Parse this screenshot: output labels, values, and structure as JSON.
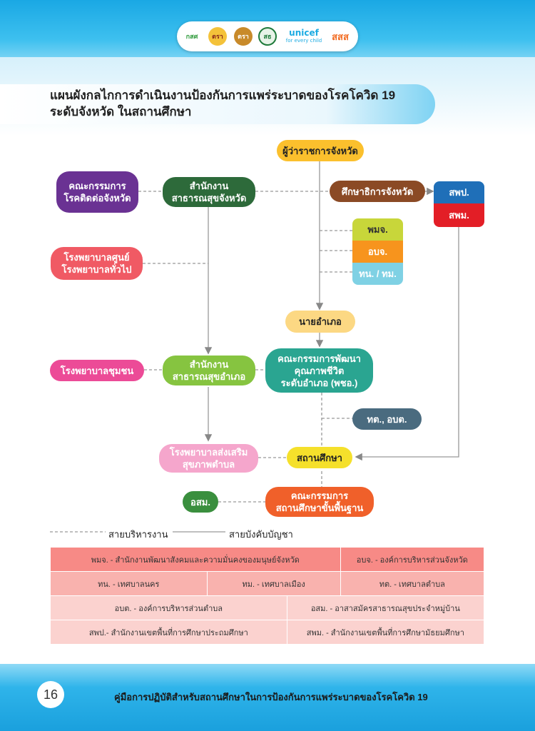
{
  "header": {
    "logos": [
      "กสศ",
      "ตรา",
      "ตรา",
      "สธ",
      "unicef",
      "สสส"
    ],
    "unicef_tagline": "for every child",
    "title_line1": "แผนผังกลไกการดำเนินงานป้องกันการแพร่ระบาดของโรคโควิด 19",
    "title_line2": "ระดับจังหวัด ในสถานศึกษา"
  },
  "nodes": {
    "governor": "ผู้ว่าราชการจังหวัด",
    "communicable_committee": "คณะกรรมการ\nโรคติดต่อจังหวัด",
    "provincial_health_office": "สำนักงาน\nสาธารณสุขจังหวัด",
    "provincial_education": "ศึกษาธิการจังหวัด",
    "spp": "สพป.",
    "spm": "สพม.",
    "hospitals": "โรงพยาบาลศูนย์\nโรงพยาบาลทั่วไป",
    "pmj": "พมจ.",
    "obj": "อบจ.",
    "tn_tm": "ทน. / ทม.",
    "district_chief": "นายอำเภอ",
    "community_hospital": "โรงพยาบาลชุมชน",
    "district_health_office": "สำนักงาน\nสาธารณสุขอำเภอ",
    "district_committee": "คณะกรรมการพัฒนา\nคุณภาพชีวิต\nระดับอำเภอ (พชอ.)",
    "tt_obt": "ทต., อบต.",
    "subdistrict_hospital": "โรงพยาบาลส่งเสริม\nสุขภาพตำบล",
    "school": "สถานศึกษา",
    "osm": "อสม.",
    "school_committee": "คณะกรรมการ\nสถานศึกษาขั้นพื้นฐาน"
  },
  "legend": {
    "admin_line": "สายบริหารงาน",
    "command_line": "สายบังคับบัญชา"
  },
  "glossary": [
    [
      "พมจ. - สำนักงานพัฒนาสังคมและความมั่นคงของมนุษย์จังหวัด",
      "อบจ. - องค์การบริหารส่วนจังหวัด"
    ],
    [
      "ทน. - เทศบาลนคร",
      "ทม. - เทศบาลเมือง",
      "ทต. - เทศบาลตำบล"
    ],
    [
      "อบต. - องค์การบริหารส่วนตำบล",
      "อสม. - อาสาสมัครสาธารณสุขประจำหมู่บ้าน"
    ],
    [
      "สพป.- สำนักงานเขตพื้นที่การศึกษาประถมศึกษา",
      "สพม. - สำนักงานเขตพื้นที่การศึกษามัธยมศึกษา"
    ]
  ],
  "footer": {
    "page_number": "16",
    "text": "คู่มือการปฏิบัติสำหรับสถานศึกษาในการป้องกันการแพร่ระบาดของโรคโควิด 19"
  },
  "colors": {
    "purple": "#6a3293",
    "dark_green": "#2d6a3a",
    "brown": "#8b4a25",
    "blue": "#1f6fb8",
    "red": "#e31e26",
    "coral": "#f05a64",
    "lime": "#c8d63a",
    "orange": "#f7941d",
    "light_cyan": "#7fd1e4",
    "yellow": "#fbc02d",
    "pale_yellow": "#fcd883",
    "pink": "#ec4b97",
    "light_green": "#86c440",
    "teal": "#2aa591",
    "slate": "#4a6b7f",
    "light_pink": "#f5a6cc",
    "bright_yellow": "#f5e02b",
    "green": "#3a8f3e",
    "orange_red": "#f0602a"
  }
}
